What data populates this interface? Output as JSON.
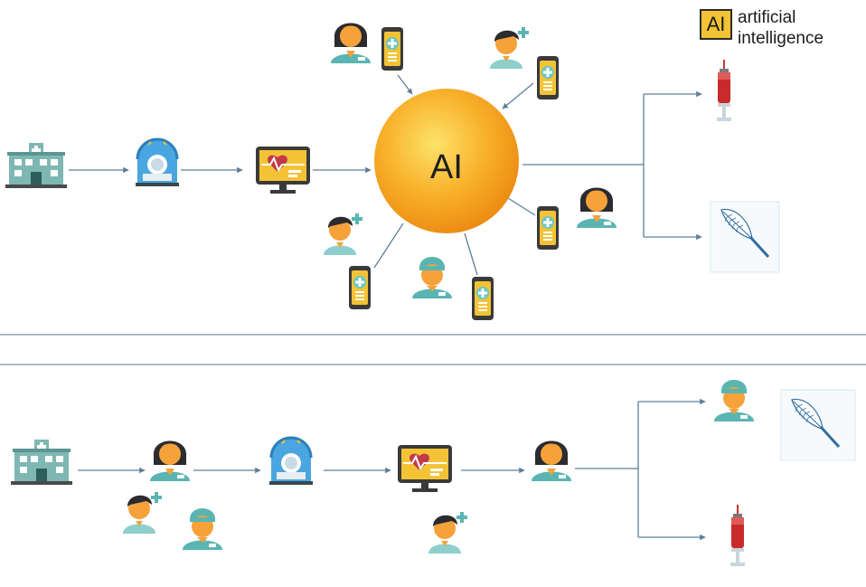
{
  "legend": {
    "badge": "AI",
    "line1": "artificial",
    "line2": "intelligence",
    "badge_color": "#f3c335"
  },
  "diagram": {
    "hub_label": "AI",
    "hub_color_center": "#fde36a",
    "hub_color_edge": "#ec8a12",
    "icon_palette": {
      "skin": "#f5a23a",
      "hair": "#2b2b30",
      "scrubs": "#5ab5b2",
      "cap": "#5ab5b2",
      "phone": "#f3c335",
      "cross": "#6cc6c4",
      "heart": "#c23a4a",
      "syringe": "#c92a2a",
      "building": "#7fb7b3"
    },
    "top_row_icons": [
      "hospital-icon",
      "mri-scanner-icon",
      "heart-monitor-icon",
      "ai-hub",
      "syringe-icon",
      "feather-pen-icon"
    ],
    "bottom_row_icons": [
      "hospital-icon",
      "doctor-female-icon",
      "nurse-male-icon",
      "surgeon-icon",
      "mri-scanner-icon",
      "heart-monitor-icon",
      "nurse-male-icon",
      "doctor-female-icon",
      "surgeon-icon",
      "feather-pen-icon",
      "syringe-icon"
    ]
  }
}
